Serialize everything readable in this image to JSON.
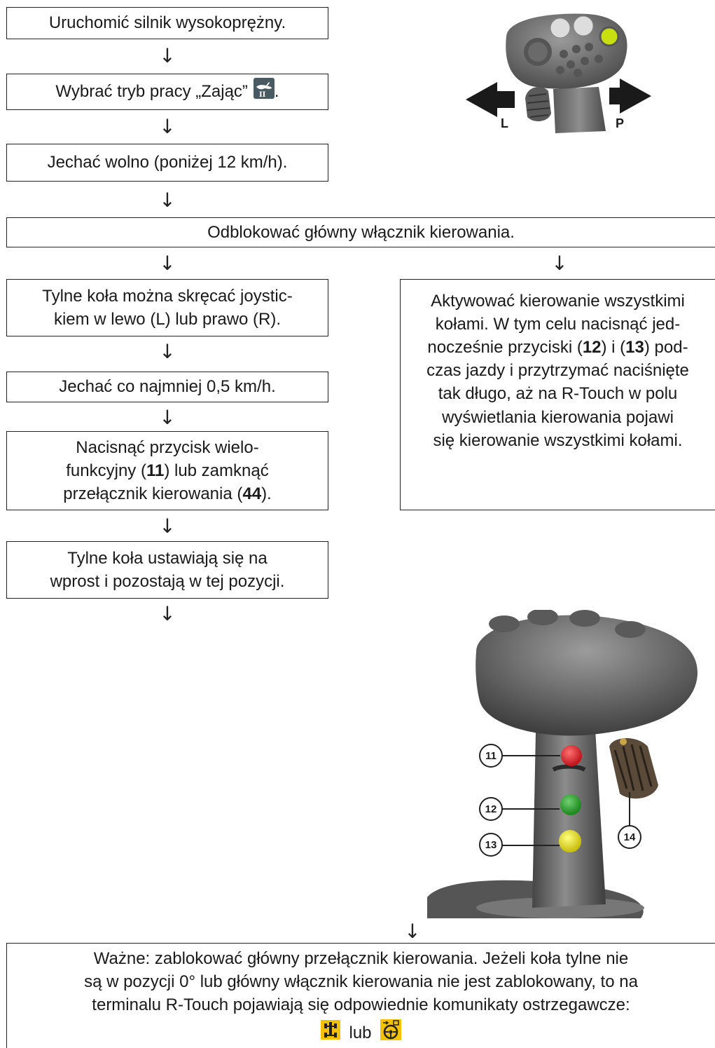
{
  "steps": {
    "start_engine": "Uruchomić silnik wysokoprężny.",
    "select_mode": "Wybrać tryb pracy „Zając”",
    "select_mode_end": ".",
    "drive_slowly": "Jechać wolno (poniżej 12 km/h).",
    "unlock_main": "Odblokować główny włącznik kierowania.",
    "rear_wheels_1": "Tylne koła można skręcać joystic-",
    "rear_wheels_2": "kiem w lewo (L) lub prawo (R).",
    "drive_min": "Jechać co najmniej 0,5 km/h.",
    "press_1": "Nacisnąć przycisk wielo-",
    "press_2a": "funkcyjny (",
    "press_2b": "11",
    "press_2c": ") lub zamknąć",
    "press_3a": "przełącznik kierowania (",
    "press_3b": "44",
    "press_3c": ").",
    "straight_1": "Tylne koła ustawiają się na",
    "straight_2": "wprost i pozostają w tej pozycji.",
    "allwheel_1": "Aktywować kierowanie wszystkimi",
    "allwheel_2": "kołami. W tym celu nacisnąć jed-",
    "allwheel_3a": "nocześnie przyciski (",
    "allwheel_3b": "12",
    "allwheel_3c": ") i (",
    "allwheel_3d": "13",
    "allwheel_3e": ") pod-",
    "allwheel_4": "czas jazdy i przytrzymać naciśnięte",
    "allwheel_5": "tak długo, aż na R-Touch w polu",
    "allwheel_6": "wyświetlania kierowania pojawi",
    "allwheel_7": "się kierowanie wszystkimi kołami.",
    "important_1": "Ważne: zablokować główny przełącznik kierowania. Jeżeli koła tylne nie",
    "important_2": "są w pozycji 0° lub główny włącznik kierowania nie jest zablokowany, to na",
    "important_3": "terminalu R-Touch pojawiają się odpowiednie komunikaty ostrzegawcze:",
    "important_or": "lub"
  },
  "arrow_glyph": "↓",
  "joystick_top": {
    "left_label": "L",
    "right_label": "P"
  },
  "joystick_bottom": {
    "callouts": [
      "11",
      "12",
      "13",
      "14"
    ]
  },
  "colors": {
    "button_red": "#d8202a",
    "button_green": "#2f9e2f",
    "button_yellow": "#e8e025",
    "top_button_yellow": "#c8e010",
    "warning_icon_bg": "#f2c200"
  },
  "icons": [
    "hare-mode-icon",
    "rear-wheel-warning-icon",
    "steering-lock-warning-icon"
  ]
}
